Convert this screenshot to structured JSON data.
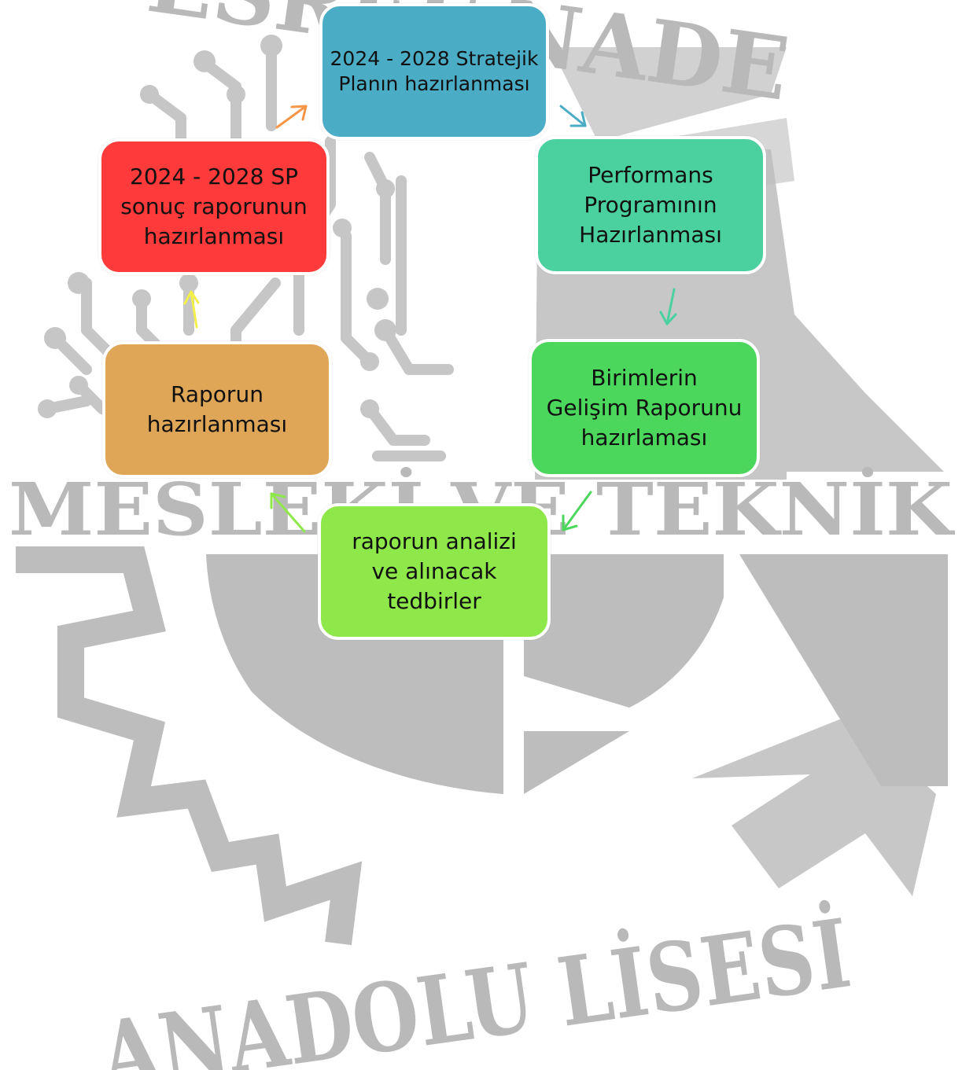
{
  "watermark": {
    "top_text": "ESREF NADE",
    "middle_text": "MESLEKİ VE TEKNİK",
    "bottom_text": "ANADOLU LİSESİ",
    "color": "#b9b9b9"
  },
  "cycle": {
    "steps": [
      {
        "label": "2024 - 2028 Stratejik\nPlanın hazırlanması",
        "color": "#4bacc6"
      },
      {
        "label": "Performans\nProgramının\nHazırlanması",
        "color": "#4bd1a0"
      },
      {
        "label": "Birimlerin\nGelişim Raporunu\nhazırlaması",
        "color": "#4ad75c"
      },
      {
        "label": "raporun analizi\nve alınacak\ntedbirler",
        "color": "#8ee84a"
      },
      {
        "label": "Raporun\nhazırlanması",
        "color": "#dfa658"
      },
      {
        "label": "2024 - 2028 SP\nsonuç raporunun\nhazırlanması",
        "color": "#fe3a3a"
      }
    ],
    "arrow_colors": [
      "#4bacc6",
      "#4bd1a0",
      "#4ad75c",
      "#8ee84a",
      "#f3f04a",
      "#f79646"
    ]
  }
}
